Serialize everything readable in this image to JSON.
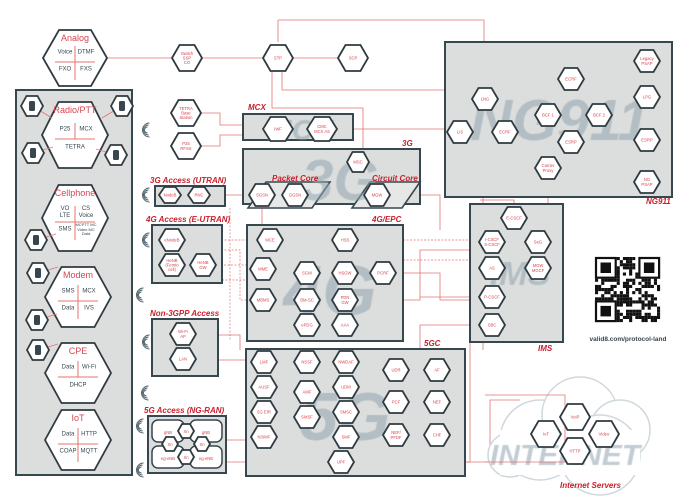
{
  "big_nodes": {
    "analog": {
      "title": "Analog",
      "items": [
        "Voice",
        "DTMF",
        "FXO",
        "FXS"
      ]
    },
    "radio": {
      "title": "Radio/PTT",
      "items": [
        "P25",
        "MCX",
        "TETRA"
      ]
    },
    "cellphone": {
      "title": "Cellphone",
      "items": [
        "VO LTE",
        "CS Voice",
        "SMS",
        "MCPTT MC Video MC Data"
      ]
    },
    "modem": {
      "title": "Modem",
      "items": [
        "SMS",
        "MCX",
        "Data",
        "IVS"
      ]
    },
    "cpe": {
      "title": "CPE",
      "items": [
        "Data",
        "Wi-Fi",
        "DHCP"
      ]
    },
    "iot": {
      "title": "IoT",
      "items": [
        "Data",
        "HTTP",
        "COAP",
        "MQTT"
      ]
    }
  },
  "sections": {
    "mcx": "MCX",
    "g3": "3G",
    "packet_core": "Packet Core",
    "circuit_core": "Circuit Core",
    "utran": "3G Access (UTRAN)",
    "eutran": "4G Access (E-UTRAN)",
    "epc": "4G/EPC",
    "non3gpp": "Non-3GPP Access",
    "ngran": "5G Access (NG-RAN)",
    "gc5": "5GC",
    "ng911": "NG911",
    "ims": "IMS",
    "internet_servers": "Internet Servers"
  },
  "watermarks": {
    "mcx": "MCX",
    "g3": "3G",
    "g4": "4G",
    "g5": "5G",
    "ng911": "NG911",
    "ims": "IMS",
    "internet": "INTERNET"
  },
  "nodes": {
    "switch": [
      "Switch",
      "SSP",
      "CO"
    ],
    "stp": [
      "STP"
    ],
    "scp": [
      "SCP"
    ],
    "tetra_bs": [
      "TETRA",
      "Base",
      "Station"
    ],
    "p25": [
      "P25",
      "RFSS"
    ],
    "iwf": [
      "IWF"
    ],
    "mcxas": [
      "CMC",
      "MCX AS"
    ],
    "msc": [
      "MSC"
    ],
    "sgsn": [
      "SGSN"
    ],
    "ggsn": [
      "GGSN"
    ],
    "mgw": [
      "MGW"
    ],
    "nodeb": [
      "NodeB"
    ],
    "rnc": [
      "RNC"
    ],
    "enodeb": [
      "eNodeB"
    ],
    "henb": [
      "HeNB",
      "(Femto",
      "cell)"
    ],
    "henbgw": [
      "HeNB",
      "GW"
    ],
    "wifi": [
      "Wi-Fi",
      "AP"
    ],
    "lan": [
      "LAN"
    ],
    "mce": [
      "MCE"
    ],
    "hss": [
      "HSS"
    ],
    "mme": [
      "MME"
    ],
    "sgw": [
      "SGW"
    ],
    "hsgw": [
      "HSGW"
    ],
    "pcrf": [
      "PCRF"
    ],
    "mbms": [
      "MBMS"
    ],
    "bmsc": [
      "BM-SC"
    ],
    "pgw": [
      "PDN",
      "GW"
    ],
    "epdg": [
      "ePDG"
    ],
    "aaa": [
      "AAA"
    ],
    "lmf": [
      "LMF"
    ],
    "ausf": [
      "AUSF"
    ],
    "eir": [
      "5G EIR"
    ],
    "n3iwf": [
      "N3IWF"
    ],
    "nssf": [
      "NSSF"
    ],
    "amf": [
      "AMF"
    ],
    "smsf": [
      "SMSF"
    ],
    "nwdaf": [
      "NWDAF"
    ],
    "udm": [
      "UDM"
    ],
    "smsc": [
      "SMSC"
    ],
    "smf": [
      "SMF"
    ],
    "upf": [
      "UPF"
    ],
    "udr": [
      "UDR"
    ],
    "pcf": [
      "PCF"
    ],
    "nefpfdf": [
      "NEF/",
      "PFDF"
    ],
    "af": [
      "AF"
    ],
    "nef": [
      "NEF"
    ],
    "chf": [
      "CHF"
    ],
    "legacy_psap": [
      "Legacy",
      "PSAP"
    ],
    "ecrf1": [
      "ECRF"
    ],
    "lpg": [
      "LPG"
    ],
    "lng": [
      "LNG"
    ],
    "bcf1": [
      "BCF 1"
    ],
    "bcf2": [
      "BCF 2"
    ],
    "lis": [
      "LIS"
    ],
    "ecrf2": [
      "ECRF"
    ],
    "esrp1": [
      "ESRP"
    ],
    "esrp2": [
      "ESRP"
    ],
    "carrier_proxy": [
      "Carrier",
      "Proxy"
    ],
    "ng_psap": [
      "NG",
      "PSAP"
    ],
    "ecscf": [
      "E-CSCF"
    ],
    "iscscf": [
      "I-CSCF",
      "S-CSCF"
    ],
    "seg": [
      "SeG"
    ],
    "as": [
      "AS"
    ],
    "mgcf": [
      "MGW",
      "MGCF"
    ],
    "pcscf": [
      "P-CSCF"
    ],
    "sbc": [
      "SBC"
    ],
    "iot_srv": [
      "IoT"
    ],
    "voip": [
      "VoIP"
    ],
    "video": [
      "Video"
    ],
    "http": [
      "HTTP"
    ]
  },
  "ngran": {
    "gnb1": "gNB",
    "gnb2": "gNB",
    "ngenb1": "ng-eNB",
    "ngenb2": "ng-eNB",
    "xn": "Xn"
  },
  "qr": {
    "url": "valid8.com/protocol-land"
  },
  "colors": {
    "accent": "#d64550",
    "border": "#37474f",
    "panel": "#dcdedd"
  }
}
